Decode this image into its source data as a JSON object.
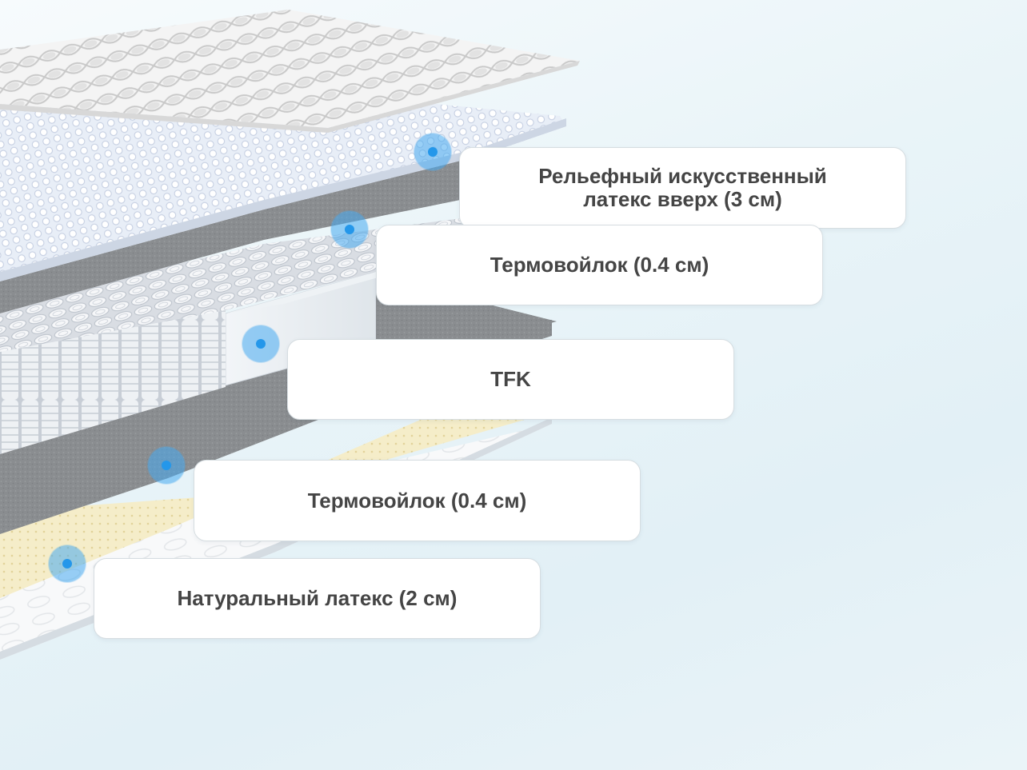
{
  "layers": [
    {
      "label": "Рельефный искусственный\nлатекс вверх (3 см)"
    },
    {
      "label": "Термовойлок (0.4 см)"
    },
    {
      "label": "TFK"
    },
    {
      "label": "Термовойлок (0.4 см)"
    },
    {
      "label": "Натуральный латекс (2 см)"
    }
  ],
  "colors": {
    "marker": "#2497ea",
    "felt": "#8e9193",
    "latex": "#f4ecc6",
    "springs": "#e9eef3",
    "label_text": "#454545"
  }
}
